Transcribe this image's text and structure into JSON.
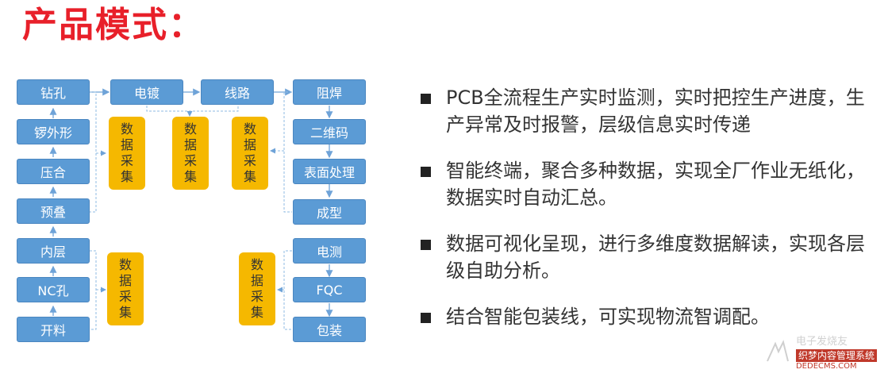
{
  "title": "产品模式：",
  "process_boxes": {
    "kaijiao": "开料",
    "nc": "NC孔",
    "neiceng": "内层",
    "yudie": "预叠",
    "yahe": "压合",
    "luowaixing": "锣外形",
    "zuankong": "钻孔",
    "dianhu": "电镀",
    "xianlu": "线路",
    "zuhan": "阻焊",
    "erweima": "二维码",
    "biaomian": "表面处理",
    "chengxing": "成型",
    "dianc": "电测",
    "fqc": "FQC",
    "baozhuang": "包装"
  },
  "data_collection_chars": [
    "数",
    "据",
    "采",
    "集"
  ],
  "bullets": [
    "PCB全流程生产实时监测，实时把控生产进度，生产异常及时报警，层级信息实时传递",
    "智能终端，聚合多种数据，实现全厂作业无纸化，数据实时自动汇总。",
    "数据可视化呈现，进行多维度数据解读，实现各层级自助分析。",
    "结合智能包装线，可实现物流智调配。"
  ],
  "watermark": {
    "name": "电子发烧友",
    "cn": "织梦内容管理系统",
    "url": "DEDECMS.COM"
  },
  "colors": {
    "title": "#e8202a",
    "process_box": "#5b9bd5",
    "data_box": "#f5b800"
  }
}
